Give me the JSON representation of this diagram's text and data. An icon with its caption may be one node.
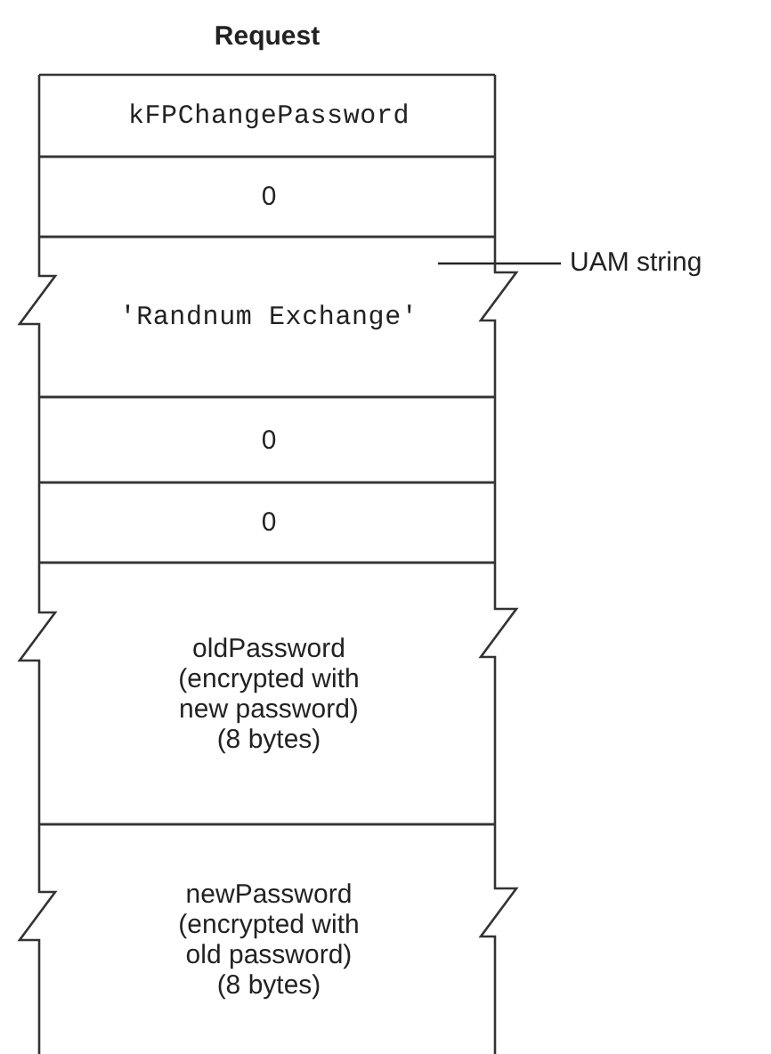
{
  "diagram": {
    "title": "Request",
    "nodes": [
      {
        "text": [
          "kFPChangePassword"
        ]
      },
      {
        "text": [
          "0"
        ]
      },
      {
        "text": [
          "'Randnum Exchange'"
        ]
      },
      {
        "text": [
          "0"
        ]
      },
      {
        "text": [
          "0"
        ]
      },
      {
        "text": [
          "oldPassword (encrypted with new password) (8 bytes)"
        ]
      },
      {
        "text": [
          "newPassword (encrypted with old password) (8 bytes)"
        ]
      },
      {
        "text": [
          "UAM string"
        ]
      }
    ],
    "edges": [
      {
        "from": 7,
        "to": 2,
        "arrow": "none"
      }
    ]
  }
}
